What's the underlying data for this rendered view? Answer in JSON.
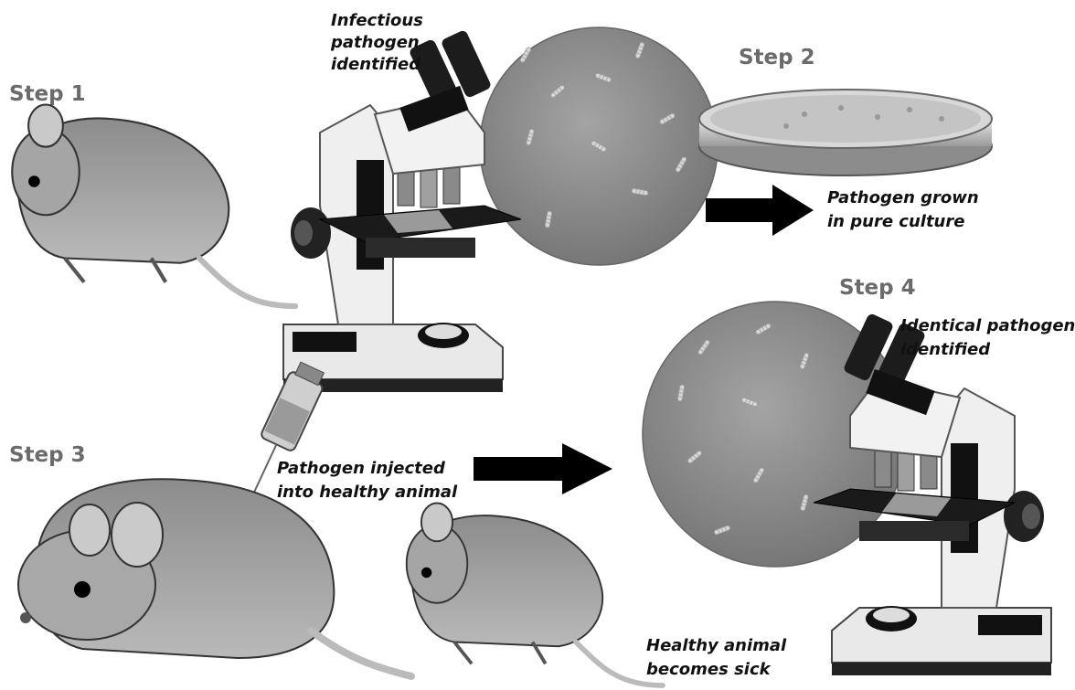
{
  "steps": {
    "step1": "Step 1",
    "step2": "Step 2",
    "step3": "Step 3",
    "step4": "Step 4"
  },
  "captions": {
    "infectious": [
      "Infectious",
      "pathogen",
      "identified"
    ],
    "pure_culture": [
      "Pathogen grown",
      "in pure culture"
    ],
    "injected": [
      "Pathogen injected",
      "into healthy animal"
    ],
    "identical": [
      "Identical pathogen",
      "identified"
    ],
    "sick": [
      "Healthy animal",
      "becomes sick"
    ]
  }
}
